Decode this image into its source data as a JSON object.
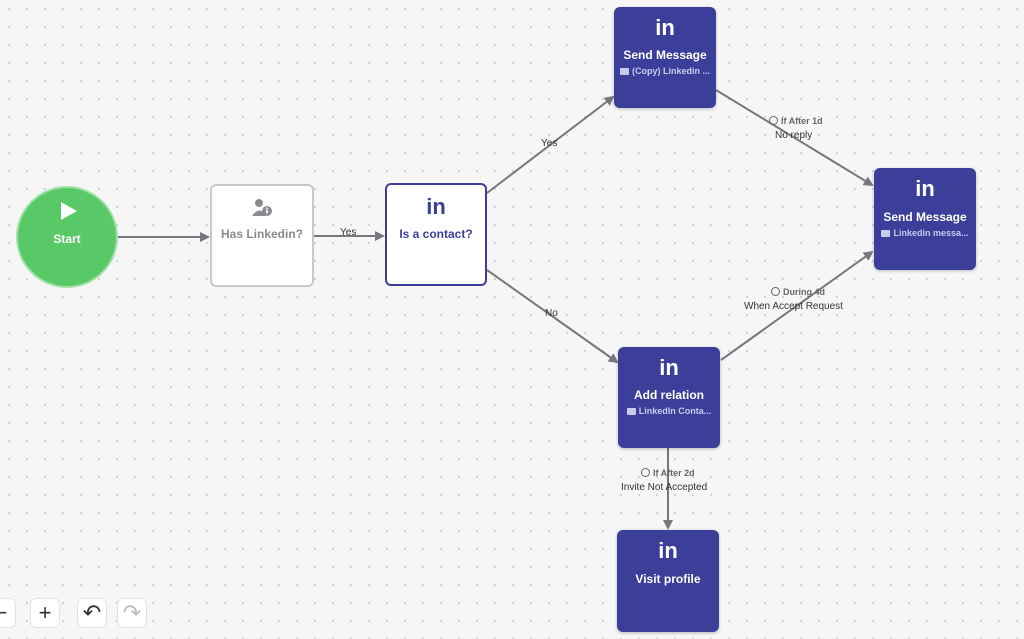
{
  "start": {
    "label": "Start"
  },
  "nodes": {
    "has_linkedin": {
      "title": "Has Linkedin?"
    },
    "is_contact": {
      "icon_text": "in",
      "title": "Is a contact?"
    },
    "send_message_1": {
      "icon_text": "in",
      "title": "Send Message",
      "subtitle": "(Copy) Linkedin ..."
    },
    "send_message_2": {
      "icon_text": "in",
      "title": "Send Message",
      "subtitle": "Linkedin messa..."
    },
    "add_relation": {
      "icon_text": "in",
      "title": "Add relation",
      "subtitle": "LinkedIn Conta..."
    },
    "visit_profile": {
      "icon_text": "in",
      "title": "Visit profile"
    }
  },
  "edges": {
    "has_to_contact": {
      "label": "Yes"
    },
    "contact_to_send": {
      "label": "Yes"
    },
    "contact_to_add": {
      "label": "No"
    },
    "send_to_send2": {
      "condition": "If After 1d",
      "label": "No reply"
    },
    "add_to_send2": {
      "condition": "During 4d",
      "label": "When Accept Request"
    },
    "add_to_visit": {
      "condition": "If After 2d",
      "label": "Invite Not Accepted"
    }
  },
  "toolbar": {
    "zoom_out": "−",
    "zoom_in": "+",
    "undo": "↶",
    "redo": "↷"
  },
  "colors": {
    "linkedin_node": "#3b3f99",
    "start_node": "#58c966",
    "edge": "#7a757d"
  }
}
